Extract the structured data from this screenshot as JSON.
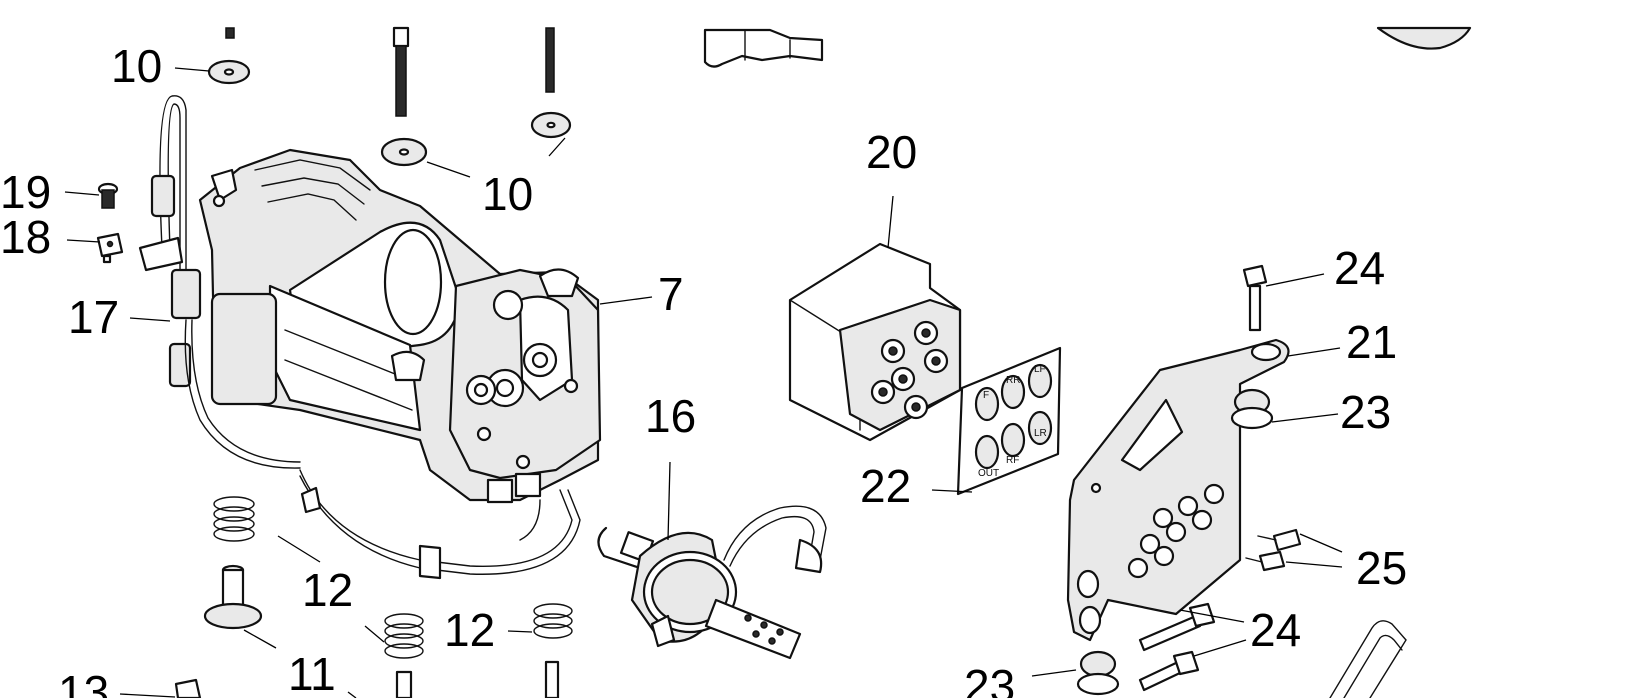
{
  "diagram": {
    "callouts": {
      "c10a": "10",
      "c10b": "10",
      "c19": "19",
      "c18": "18",
      "c17": "17",
      "c7": "7",
      "c20": "20",
      "c16": "16",
      "c22": "22",
      "c24a": "24",
      "c21": "21",
      "c23a": "23",
      "c25": "25",
      "c12a": "12",
      "c12b": "12",
      "c11": "11",
      "c13": "13",
      "c24b": "24",
      "c23b": "23"
    },
    "valve_block_ports": [
      "F",
      "RR",
      "LF",
      "LR",
      "RF",
      "OUT"
    ]
  }
}
